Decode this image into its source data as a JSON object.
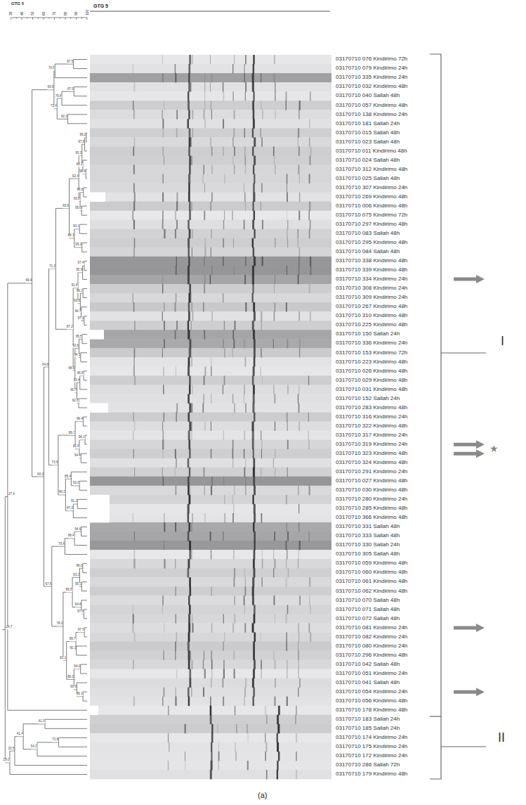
{
  "diagram": {
    "title": "GTG 5",
    "caption": "(a)",
    "labels": [
      "GTG 5",
      "30",
      "40",
      "50",
      "60",
      "70",
      "80",
      "90",
      "100",
      "03170710 076 Kindirimo 72h",
      "03170710 079 Kindirimo 24h",
      "03170710 335 Kindirimo 24h",
      "03170710 032 Kindirimo 48h",
      "03170710 040 Sallah 48h",
      "03170710 057 Kindirimo 48h",
      "03170710 138 Kindirimo 24h",
      "03170710 181 Sallah 24h",
      "03170710 015 Sallah 48h",
      "03170710 023 Sallah 48h",
      "03170710 011 Kindirimo 48h",
      "03170710 024 Sallah 48h",
      "03170710 312 Kindirimo 48h",
      "03170710 025 Sallah 48h",
      "03170710 307 Kindirimo 24h",
      "03170710 269 Kindirimo 48h",
      "03170710 006 Kindirimo 48h",
      "03170710 075 Kindirimo 72h",
      "03170710 297 Kindirimo 48h",
      "03170710 083 Sallah 48h",
      "03170710 295 Kindirimo 48h",
      "03170710 084 Sallah 48h",
      "03170710 338 Kindirimo 48h",
      "03170710 339 Kindirimo 48h",
      "03170710 334 Kindirimo 24h",
      "03170710 308 Kindirimo 24h",
      "03170710 309 Kindirimo 24h",
      "03170710 267 Kindirimo 48h",
      "03170710 310 Kindirimo 48h",
      "03170710 225 Kindirimo 48h",
      "03170710 150 Sallah 24h",
      "03170710 336 Kindirimo 24h",
      "03170710 153 Kindirimo 72h",
      "03170710 223 Kindirimo 48h",
      "03170710 026 Kindirimo 48h",
      "03170710 029 Kindirimo 48h",
      "03170710 031 Kindirimo 48h",
      "03170710 152 Sallah 24h",
      "03170710 283 Kindirimo 48h",
      "03170710 316 Kindirimo 24h",
      "03170710 322 Kindirimo 48h",
      "03170710 317 Kindirimo 24h",
      "03170710 319 Kindirimo 24h",
      "03170710 323 Kindirimo 48h",
      "03170710 324 Kindirimo 48h",
      "03170710 291 Kindirimo 24h",
      "03170710 027 Kindirimo 48h",
      "03170710 030 Kindirimo 48h",
      "03170710 280 Kindirimo 24h",
      "03170710 285 Kindirimo 48h",
      "03170710 366 Kindirimo 48h",
      "03170710 331 Sallah 48h",
      "03170710 333 Sallah 48h",
      "03170710 330 Sallah 24h",
      "03170710 305 Sallah 48h",
      "03170710 059 Kindirimo 48h",
      "03170710 060 Kindirimo 48h",
      "03170710 061 Kindirimo 48h",
      "03170710 062 Kindirimo 48h",
      "03170710 070 Sallah 48h",
      "03170710 071 Sallah 48h",
      "03170710 072 Sallah 48h",
      "03170710 081 Kindirimo 24h",
      "03170710 082 Kindirimo 24h",
      "03170710 080 Kindirimo 24h",
      "03170710 296 Kindirimo 48h",
      "03170710 042 Sallah 48h",
      "03170710 051 Kindirimo 24h",
      "03170710 041 Sallah 48h",
      "03170710 054 Kindirimo 24h",
      "03170710 056 Kindirimo 48h",
      "03170710 178 Kindirimo 48h",
      "03170710 183 Sallah 24h",
      "03170710 185 Sallah 24h",
      "03170710 174 Kindirimo 24h",
      "03170710 175 Kindirimo 24h",
      "03170710 172 Kindirimo 24h",
      "03170710 286 Sallah 72h",
      "03170710 179 Kindirimo 48h",
      "24.7",
      "27.0",
      "49.4",
      "69.6",
      "70.5",
      "87.5",
      "72.4",
      "76.8",
      "87.9",
      "82.2",
      "60.3",
      "64.8",
      "71.2",
      "83.6",
      "92.4",
      "95.3",
      "97.8",
      "99.2",
      "96.1",
      "98.9",
      "93.6",
      "96.6",
      "95.0",
      "88.3",
      "93.1",
      "95.3",
      "87.2",
      "91.6",
      "95.9",
      "97.4",
      "93.8",
      "96.2",
      "94.7",
      "97.3",
      "88.9",
      "92.6",
      "95.5",
      "94.1",
      "90.7",
      "93.4",
      "96.8",
      "92.3",
      "73.5",
      "89.1",
      "96.4",
      "92.9",
      "98.1",
      "94.4",
      "80.2",
      "85.4",
      "93.0",
      "87.3",
      "91.2",
      "67.6",
      "79.6",
      "88.4",
      "94.6",
      "78.0",
      "86.5",
      "93.2",
      "96.0",
      "95.1",
      "94.8",
      "97.0",
      "81.1",
      "89.7",
      "97.5",
      "90.1",
      "88.0",
      "94.0",
      "90.6",
      "96.2",
      "29.0",
      "33.5",
      "41.4",
      "61.3",
      "54.2",
      "73.8",
      "I",
      "II",
      "★"
    ]
  }
}
